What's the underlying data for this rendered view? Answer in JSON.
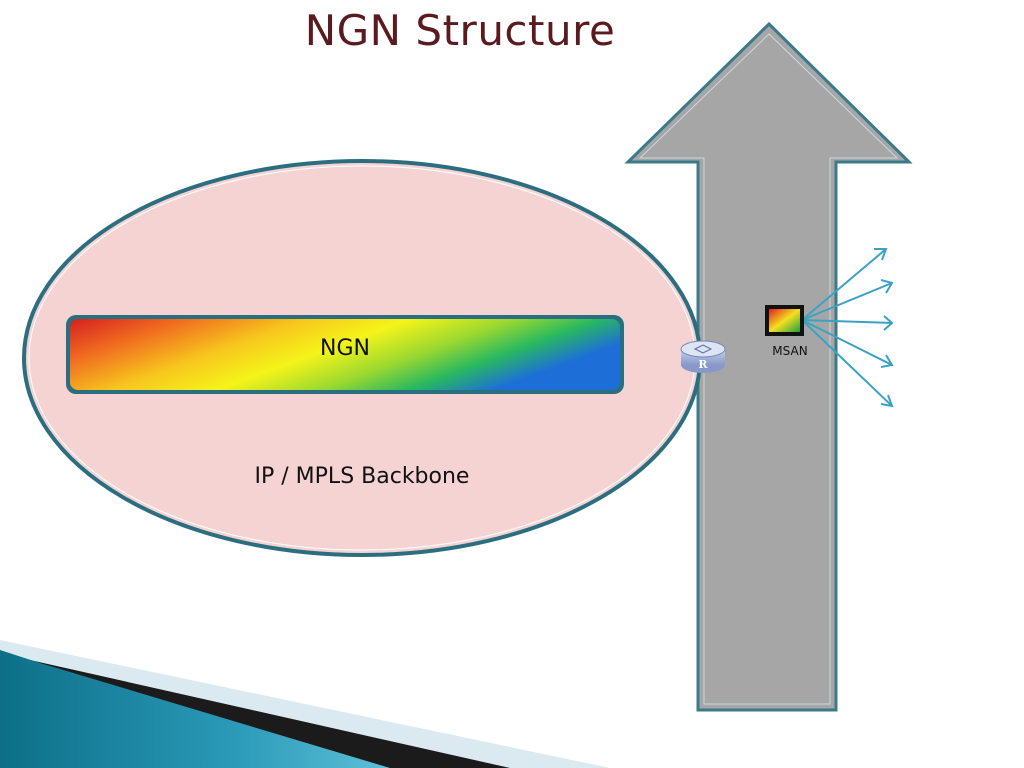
{
  "slide": {
    "title": "NGN Structure"
  },
  "diagram": {
    "backbone_label": "IP / MPLS Backbone",
    "ngn_label": "NGN",
    "msan_label": "MSAN",
    "router_icon_letter": "R"
  },
  "colors": {
    "title": "#5a1a1f",
    "ellipse_fill": "#f5d3d3",
    "ellipse_stroke": "#2b6e80",
    "arrow_fill": "#a6a6a6",
    "arrow_stroke": "#3b7a8a",
    "link_lines": "#3aa3c4"
  },
  "icons": {
    "router": "router-icon",
    "msan": "msan-icon"
  }
}
